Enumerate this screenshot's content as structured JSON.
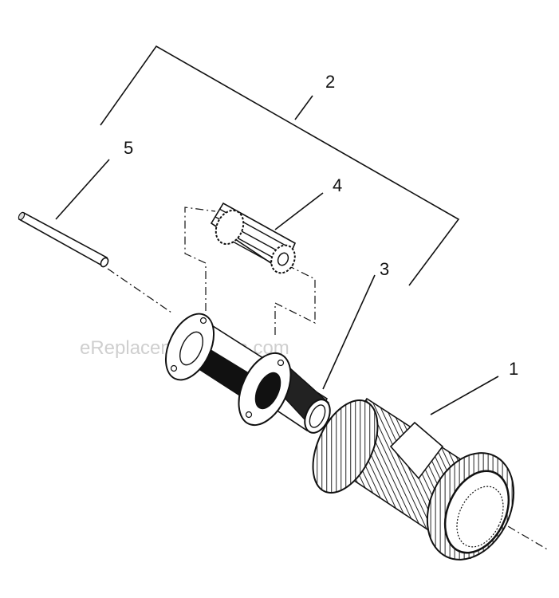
{
  "watermark": "eReplacementParts.com",
  "callouts": {
    "c1": "1",
    "c2": "2",
    "c3": "3",
    "c4": "4",
    "c5": "5"
  }
}
